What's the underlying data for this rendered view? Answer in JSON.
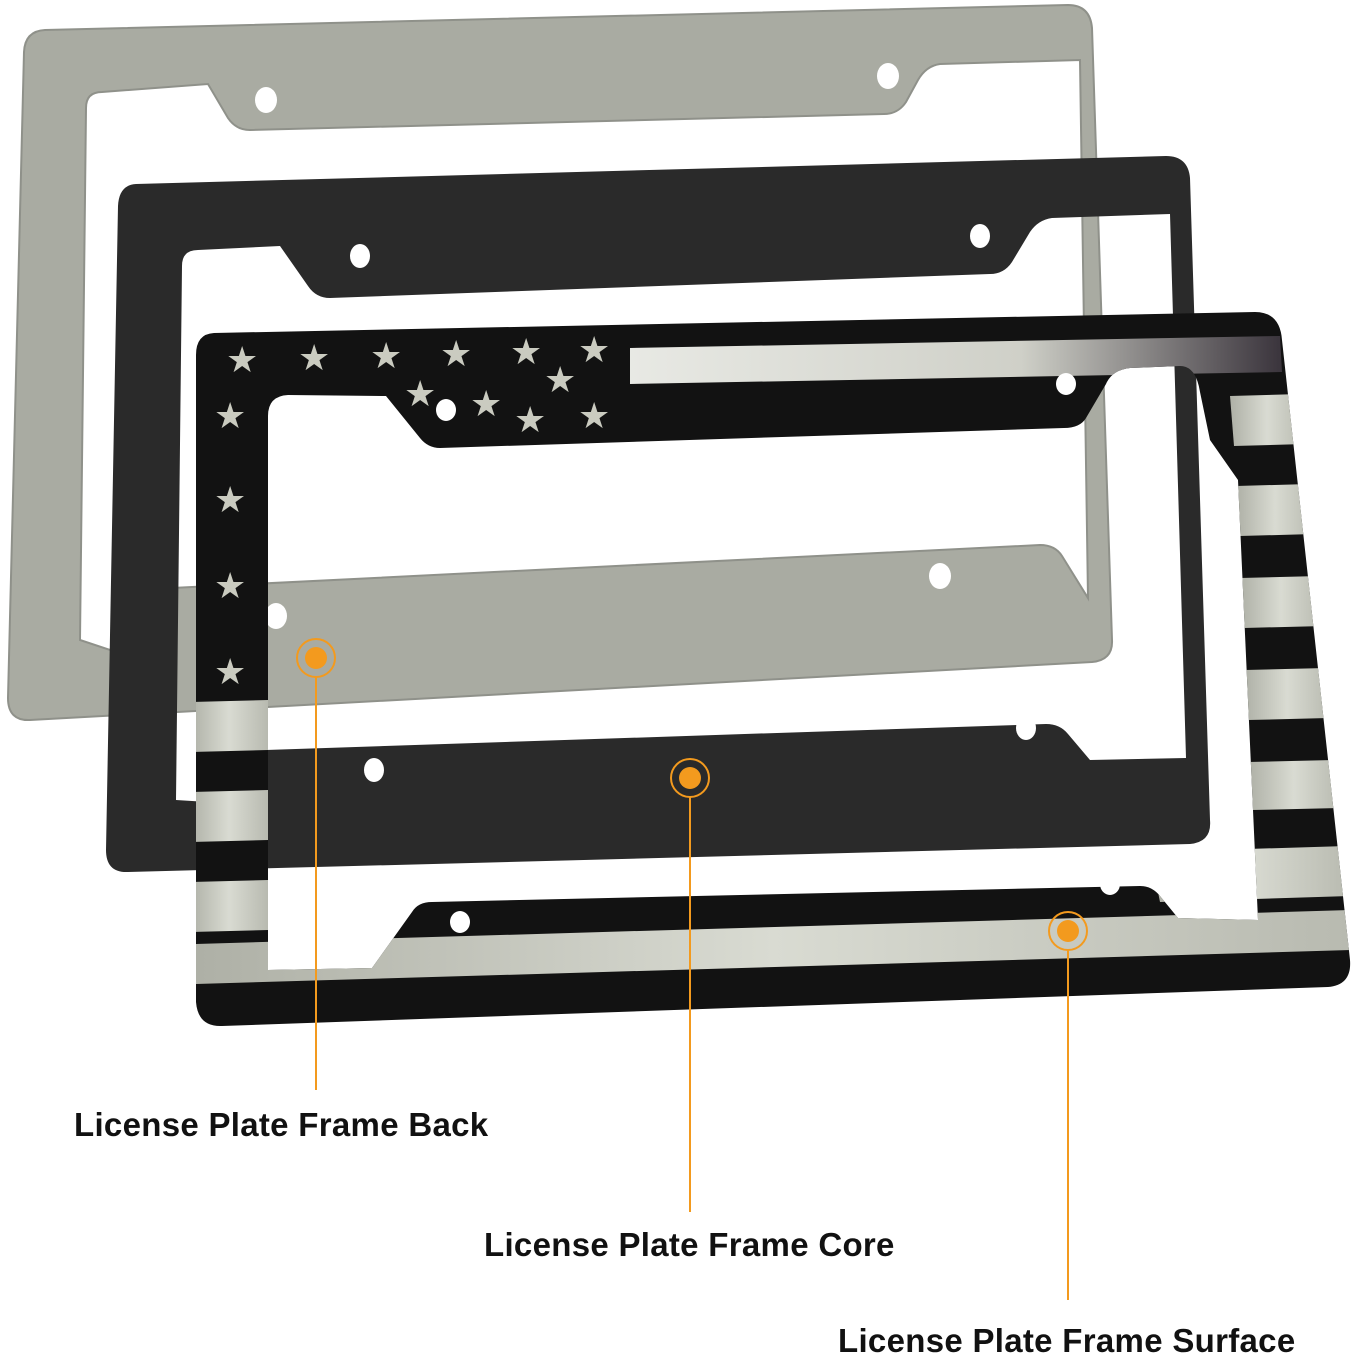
{
  "diagram": {
    "layers": [
      {
        "id": "back",
        "label": "License Plate Frame Back",
        "color": "#a8aaa0"
      },
      {
        "id": "core",
        "label": "License Plate Frame Core",
        "color": "#2b2b2b"
      },
      {
        "id": "surface",
        "label": "License Plate Frame Surface",
        "color": "#111111"
      }
    ],
    "callout_color": "#f39a1e",
    "flag_colors": {
      "field": "#0d0d0d",
      "star": "#c9cabe",
      "stripe_light": "#c3c5bb",
      "stripe_dark": "#141414"
    }
  }
}
